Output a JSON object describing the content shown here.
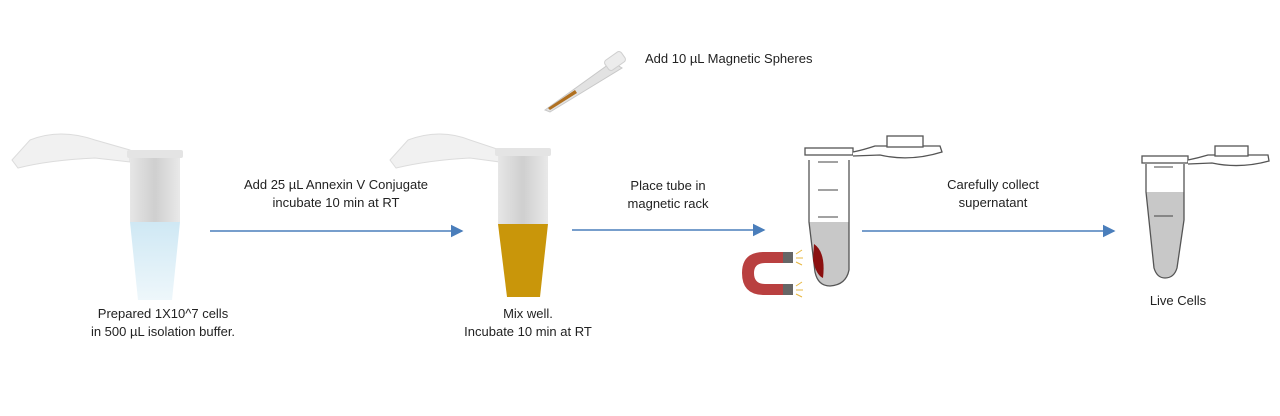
{
  "steps": {
    "step1_label": [
      "Prepared 1X10^7 cells",
      "in 500 µL isolation buffer."
    ],
    "arrow1_label": [
      "Add 25 µL Annexin V Conjugate",
      "incubate 10 min at RT"
    ],
    "pipette_label": "Add 10 µL Magnetic Spheres",
    "step2_label": [
      "Mix well.",
      "Incubate 10 min at RT"
    ],
    "arrow2_label": [
      "Place tube in",
      "magnetic rack"
    ],
    "arrow3_label": [
      "Carefully collect",
      "supernatant"
    ],
    "step4_label": "Live Cells"
  },
  "colors": {
    "arrow": "#4a7ebb",
    "buffer_liquid": "#d6ecf5",
    "conjugate_liquid": "#c9960a",
    "supernatant": "#c8c8c8",
    "beads": "#8b1010",
    "magnet": "#b94040"
  }
}
